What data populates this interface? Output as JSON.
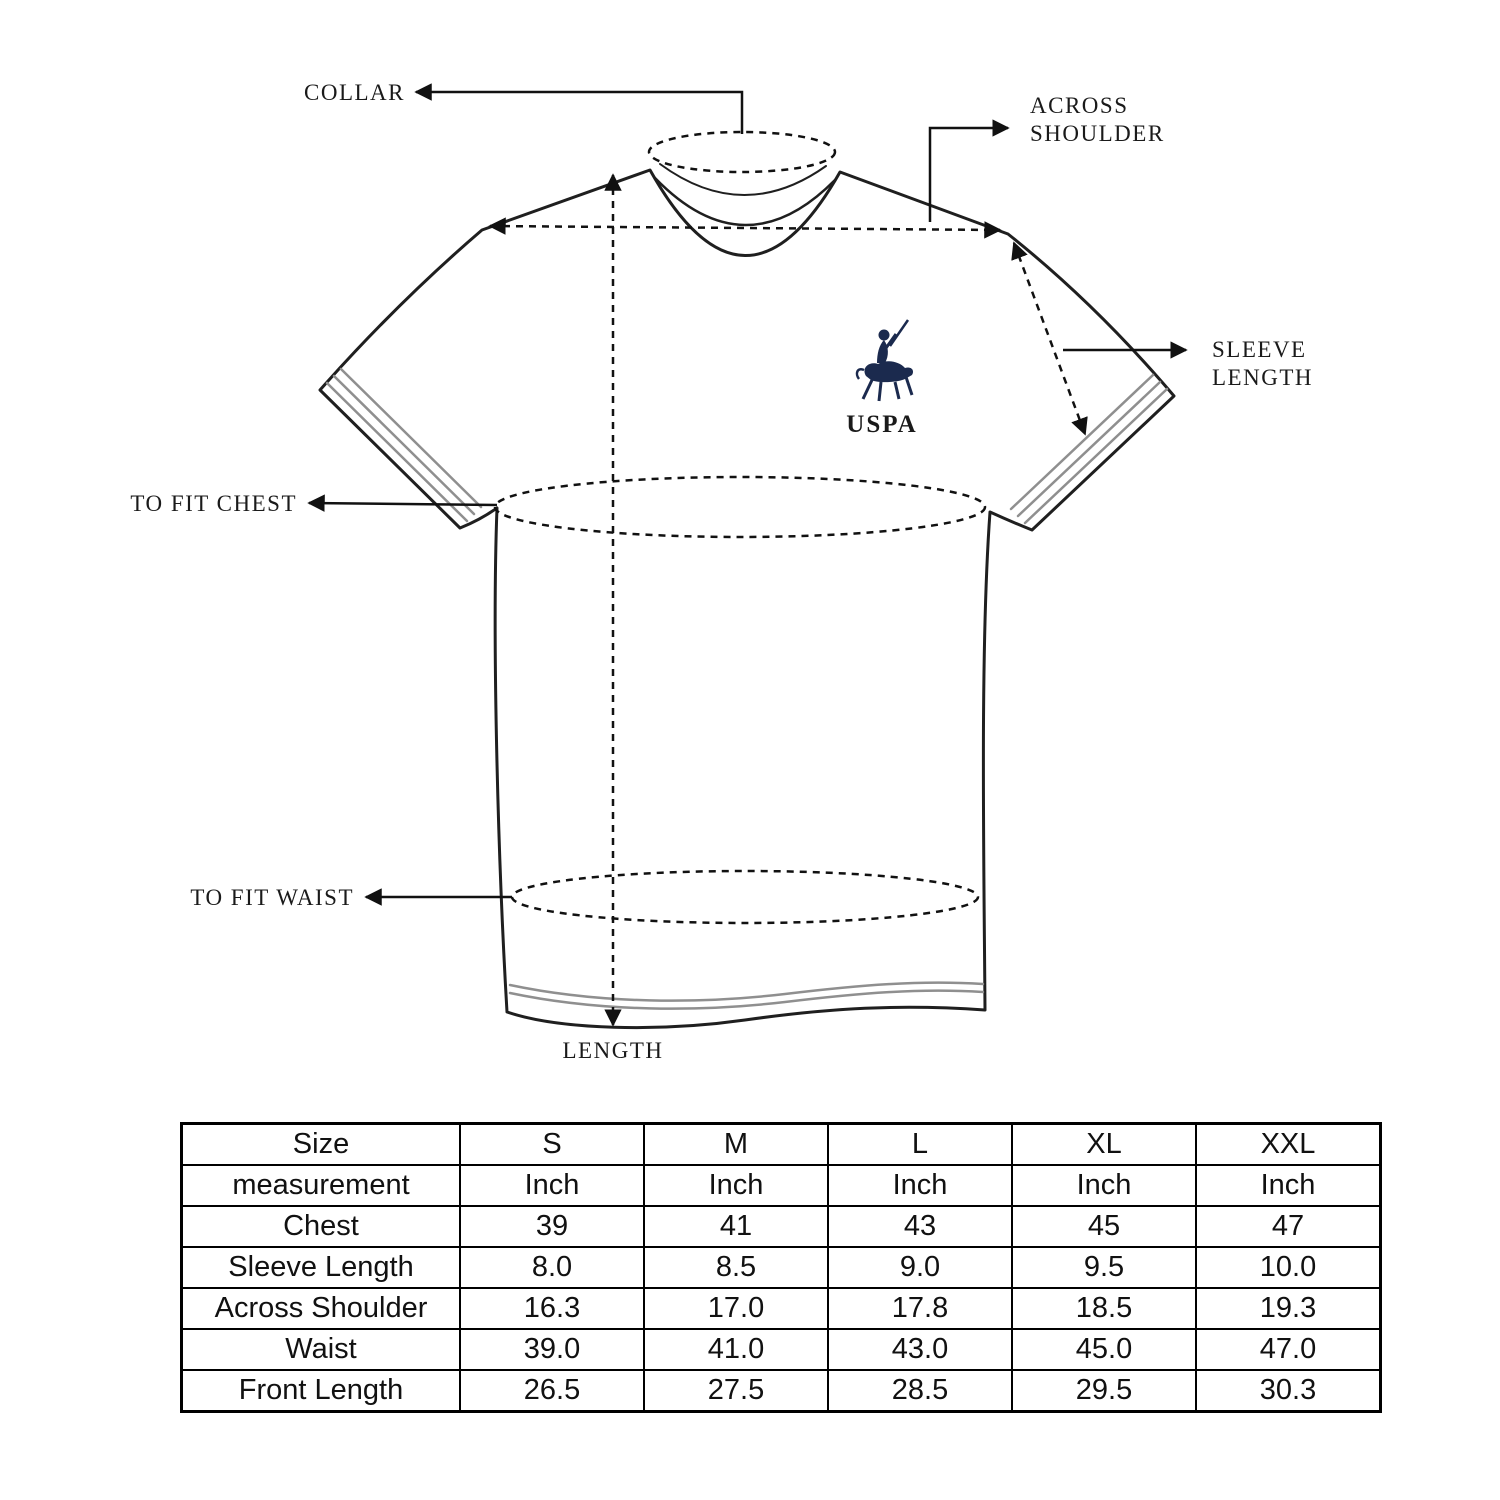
{
  "page": {
    "background": "#ffffff"
  },
  "diagram": {
    "callouts": {
      "collar": "COLLAR",
      "across_shoulder_line1": "ACROSS",
      "across_shoulder_line2": "SHOULDER",
      "sleeve_length_line1": "SLEEVE",
      "sleeve_length_line2": "LENGTH",
      "to_fit_chest": "TO FIT CHEST",
      "to_fit_waist": "TO FIT WAIST",
      "length": "LENGTH"
    },
    "logo": {
      "text": "USPA",
      "color": "#1b2a4e"
    },
    "colors": {
      "outline": "#1f1f1f",
      "rib": "#8f8f8f",
      "annotation": "#111111"
    }
  },
  "chart_data": {
    "type": "table",
    "columns": [
      "Size",
      "S",
      "M",
      "L",
      "XL",
      "XXL"
    ],
    "rows": [
      {
        "label": "measurement",
        "values": [
          "Inch",
          "Inch",
          "Inch",
          "Inch",
          "Inch"
        ]
      },
      {
        "label": "Chest",
        "values": [
          "39",
          "41",
          "43",
          "45",
          "47"
        ]
      },
      {
        "label": "Sleeve Length",
        "values": [
          "8.0",
          "8.5",
          "9.0",
          "9.5",
          "10.0"
        ]
      },
      {
        "label": "Across Shoulder",
        "values": [
          "16.3",
          "17.0",
          "17.8",
          "18.5",
          "19.3"
        ]
      },
      {
        "label": "Waist",
        "values": [
          "39.0",
          "41.0",
          "43.0",
          "45.0",
          "47.0"
        ]
      },
      {
        "label": "Front Length",
        "values": [
          "26.5",
          "27.5",
          "28.5",
          "29.5",
          "30.3"
        ]
      }
    ]
  }
}
